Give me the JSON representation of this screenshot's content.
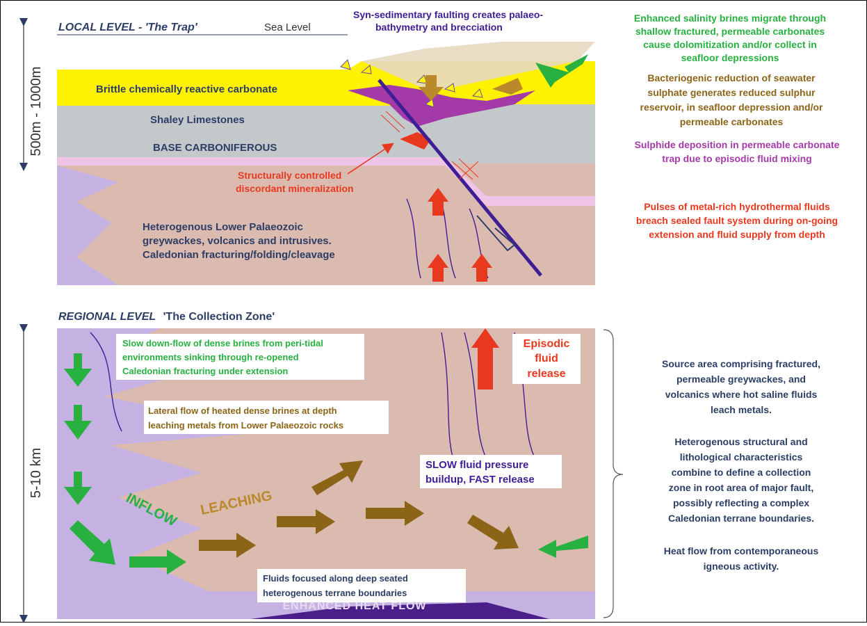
{
  "local": {
    "title_italic": "LOCAL LEVEL - 'The Trap'",
    "sea_level": "Sea Level",
    "depth": "500m - 1000m",
    "labels": {
      "brittle": "Brittle chemically reactive carbonate",
      "shaley": "Shaley Limestones",
      "base": "BASE CARBONIFEROUS",
      "mineral": [
        "Structurally controlled",
        "discordant mineralization"
      ],
      "lower": [
        "Heterogenous Lower Palaeozoic",
        "greywackes, volcanics and intrusives.",
        "Caledonian fracturing/folding/cleavage"
      ],
      "syn": [
        "Syn-sedimentary faulting creates palaeo-",
        "bathymetry and brecciation"
      ]
    },
    "notes": {
      "salinity": [
        "Enhanced salinity brines migrate through",
        "shallow fractured, permeable carbonates",
        "cause dolomitization and/or collect in",
        "seafloor depressions"
      ],
      "bacterio": [
        "Bacteriogenic reduction of seawater",
        "sulphate generates reduced sulphur",
        "reservoir, in seafloor depression and/or",
        "permeable carbonates"
      ],
      "sulphide": [
        "Sulphide deposition in permeable  carbonate",
        "trap due to episodic fluid mixing"
      ],
      "pulses": [
        "Pulses of metal-rich hydrothermal fluids",
        "breach sealed fault system during  on-going",
        "extension and fluid supply from depth"
      ]
    }
  },
  "regional": {
    "title_italic": "REGIONAL LEVEL",
    "title_rest": "'The Collection Zone'",
    "depth": "5-10 km",
    "boxes": {
      "slow_down": [
        "Slow down-flow of dense brines from peri-tidal",
        "environments sinking through re-opened",
        "Caledonian fracturing under extension"
      ],
      "lateral": [
        "Lateral flow of heated dense brines at depth",
        "leaching metals from Lower Palaeozoic rocks"
      ],
      "episodic": [
        "Episodic",
        "fluid",
        "release"
      ],
      "pressure": [
        "SLOW fluid pressure",
        "buildup, FAST release"
      ],
      "focused": [
        "Fluids focused along deep seated",
        "heterogenous terrane boundaries"
      ]
    },
    "inflow": "INFLOW",
    "leaching": "LEACHING",
    "heat": "ENHANCED HEAT FLOW",
    "notes": {
      "source": [
        "Source area comprising fractured,",
        "permeable greywackes, and",
        "volcanics where hot saline fluids",
        "leach metals."
      ],
      "hetero": [
        "Heterogenous structural and",
        "lithological characteristics",
        "combine to define a collection",
        "zone in root area of major fault,",
        "possibly reflecting a complex",
        "Caledonian terrane boundaries."
      ],
      "heatflow": [
        "Heat flow from contemporaneous",
        "igneous activity."
      ]
    }
  },
  "colors": {
    "yellow": "#fff200",
    "gray": "#c3c8ca",
    "pink": "#efc4e7",
    "tan": "#dbbaaf",
    "lavender": "#c6b2e2",
    "purple": "#3f1d95",
    "magenta": "#a43aa8",
    "green": "#28b040",
    "brown": "#8c6418",
    "red": "#e8381e",
    "navy": "#2c3e66"
  }
}
